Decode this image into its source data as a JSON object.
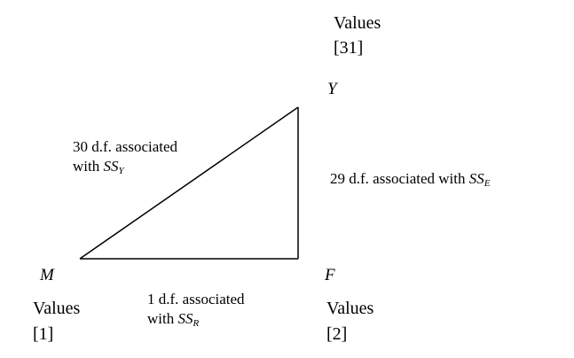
{
  "top_values": {
    "label": "Values",
    "count": "[31]"
  },
  "left_values": {
    "label": "Values",
    "count": "[1]"
  },
  "right_values": {
    "label": "Values",
    "count": "[2]"
  },
  "vertices": {
    "y": "Y",
    "m": "M",
    "f": "F"
  },
  "edges": {
    "hypotenuse": {
      "line1": "30 d.f. associated",
      "line2_prefix": "with ",
      "ss": "SS",
      "sub": "Y"
    },
    "vertical": {
      "prefix": "29 d.f. associated with ",
      "ss": "SS",
      "sub": "E"
    },
    "bottom": {
      "line1": "1 d.f. associated",
      "line2_prefix": "with ",
      "ss": "SS",
      "sub": "R"
    }
  }
}
